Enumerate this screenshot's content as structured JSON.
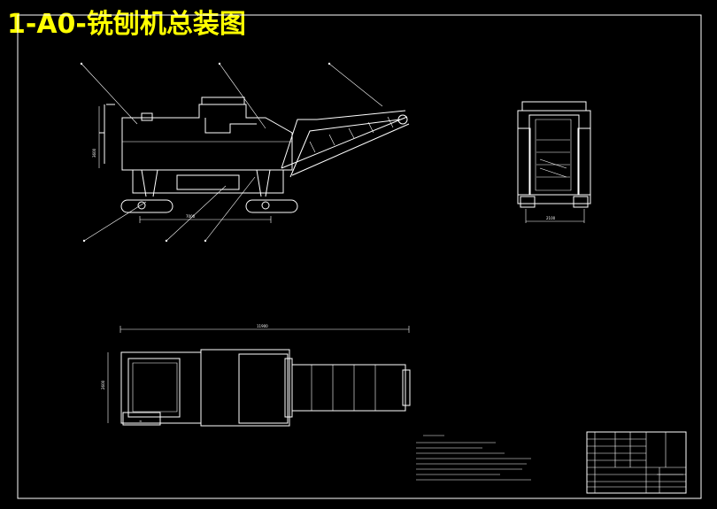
{
  "drawing": {
    "title": "1-A0-铣刨机总装图",
    "background_color": "#000000",
    "title_color": "#ffff00",
    "line_color": "#ffffff"
  },
  "views": [
    {
      "name": "side-elevation"
    },
    {
      "name": "end-elevation"
    },
    {
      "name": "plan-view"
    }
  ],
  "icons": [
    "leader-arrow",
    "track-wheel",
    "dimension-line"
  ]
}
